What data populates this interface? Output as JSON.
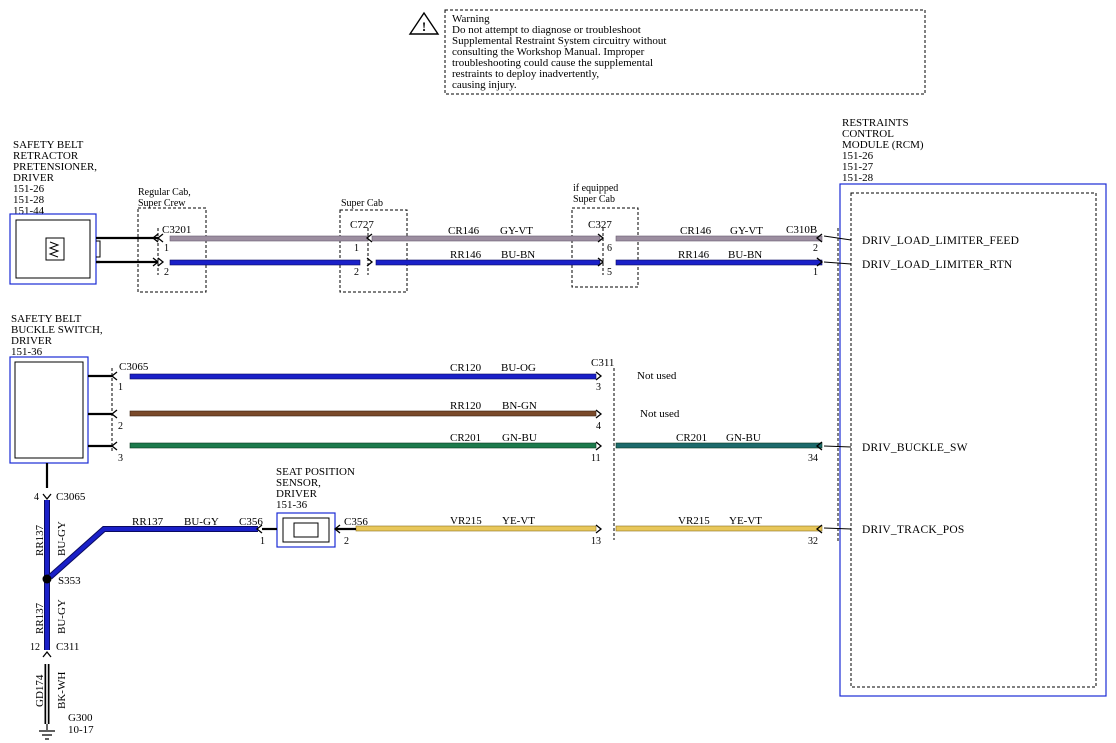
{
  "warning": {
    "title": "Warning",
    "lines": [
      "Do not attempt to diagnose or troubleshoot",
      "Supplemental Restraint System circuitry without",
      "consulting the Workshop Manual. Improper",
      "troubleshooting could cause the supplemental",
      "restraints to deploy inadvertently,",
      "causing injury."
    ],
    "icon": "warning-triangle-icon"
  },
  "components": {
    "retractor": [
      "SAFETY BELT",
      "RETRACTOR",
      "PRETENSIONER,",
      "DRIVER",
      "151-26",
      "151-28",
      "151-44"
    ],
    "buckle": [
      "SAFETY BELT",
      "BUCKLE SWITCH,",
      "DRIVER",
      "151-36"
    ],
    "seat_sensor": [
      "SEAT POSITION",
      "SENSOR,",
      "DRIVER",
      "151-36"
    ],
    "rcm": [
      "RESTRAINTS",
      "CONTROL",
      "MODULE (RCM)",
      "151-26",
      "151-27",
      "151-28"
    ]
  },
  "rcm_signals": {
    "feed": "DRIV_LOAD_LIMITER_FEED",
    "rtn": "DRIV_LOAD_LIMITER_RTN",
    "buckle": "DRIV_BUCKLE_SW",
    "track": "DRIV_TRACK_POS"
  },
  "groups": {
    "regular_cab": [
      "Regular Cab,",
      "Super Crew"
    ],
    "super_cab": "Super Cab",
    "if_equipped": [
      "if equipped",
      "Super Cab"
    ]
  },
  "connectors": {
    "c3201": "C3201",
    "c727": "C727",
    "c327": "C327",
    "c310b": "C310B",
    "c3065": "C3065",
    "c311": "C311",
    "c356": "C356",
    "s353": "S353",
    "g300": "G300",
    "g300_ref": "10-17"
  },
  "pins": {
    "p1": "1",
    "p2": "2",
    "p3": "3",
    "p4": "4",
    "p5": "5",
    "p6": "6",
    "p11": "11",
    "p12": "12",
    "p13": "13",
    "p32": "32",
    "p34": "34"
  },
  "circuits": {
    "cr146": "CR146",
    "gy_vt": "GY-VT",
    "rr146": "RR146",
    "bu_bn": "BU-BN",
    "cr120": "CR120",
    "bu_og": "BU-OG",
    "rr120": "RR120",
    "bn_gn": "BN-GN",
    "cr201": "CR201",
    "gn_bu": "GN-BU",
    "rr137": "RR137",
    "bu_gy": "BU-GY",
    "vr215": "VR215",
    "ye_vt": "YE-VT",
    "gd174": "GD174",
    "bk_wh": "BK-WH"
  },
  "notes": {
    "not_used": "Not used"
  },
  "colors": {
    "gy_vt": "#9c8ea0",
    "bu": "#1a20c8",
    "bn": "#7a4a2a",
    "gn_bu": "#1c7a4c",
    "ye": "#e8c75a",
    "outline": "#1a2bd4"
  }
}
